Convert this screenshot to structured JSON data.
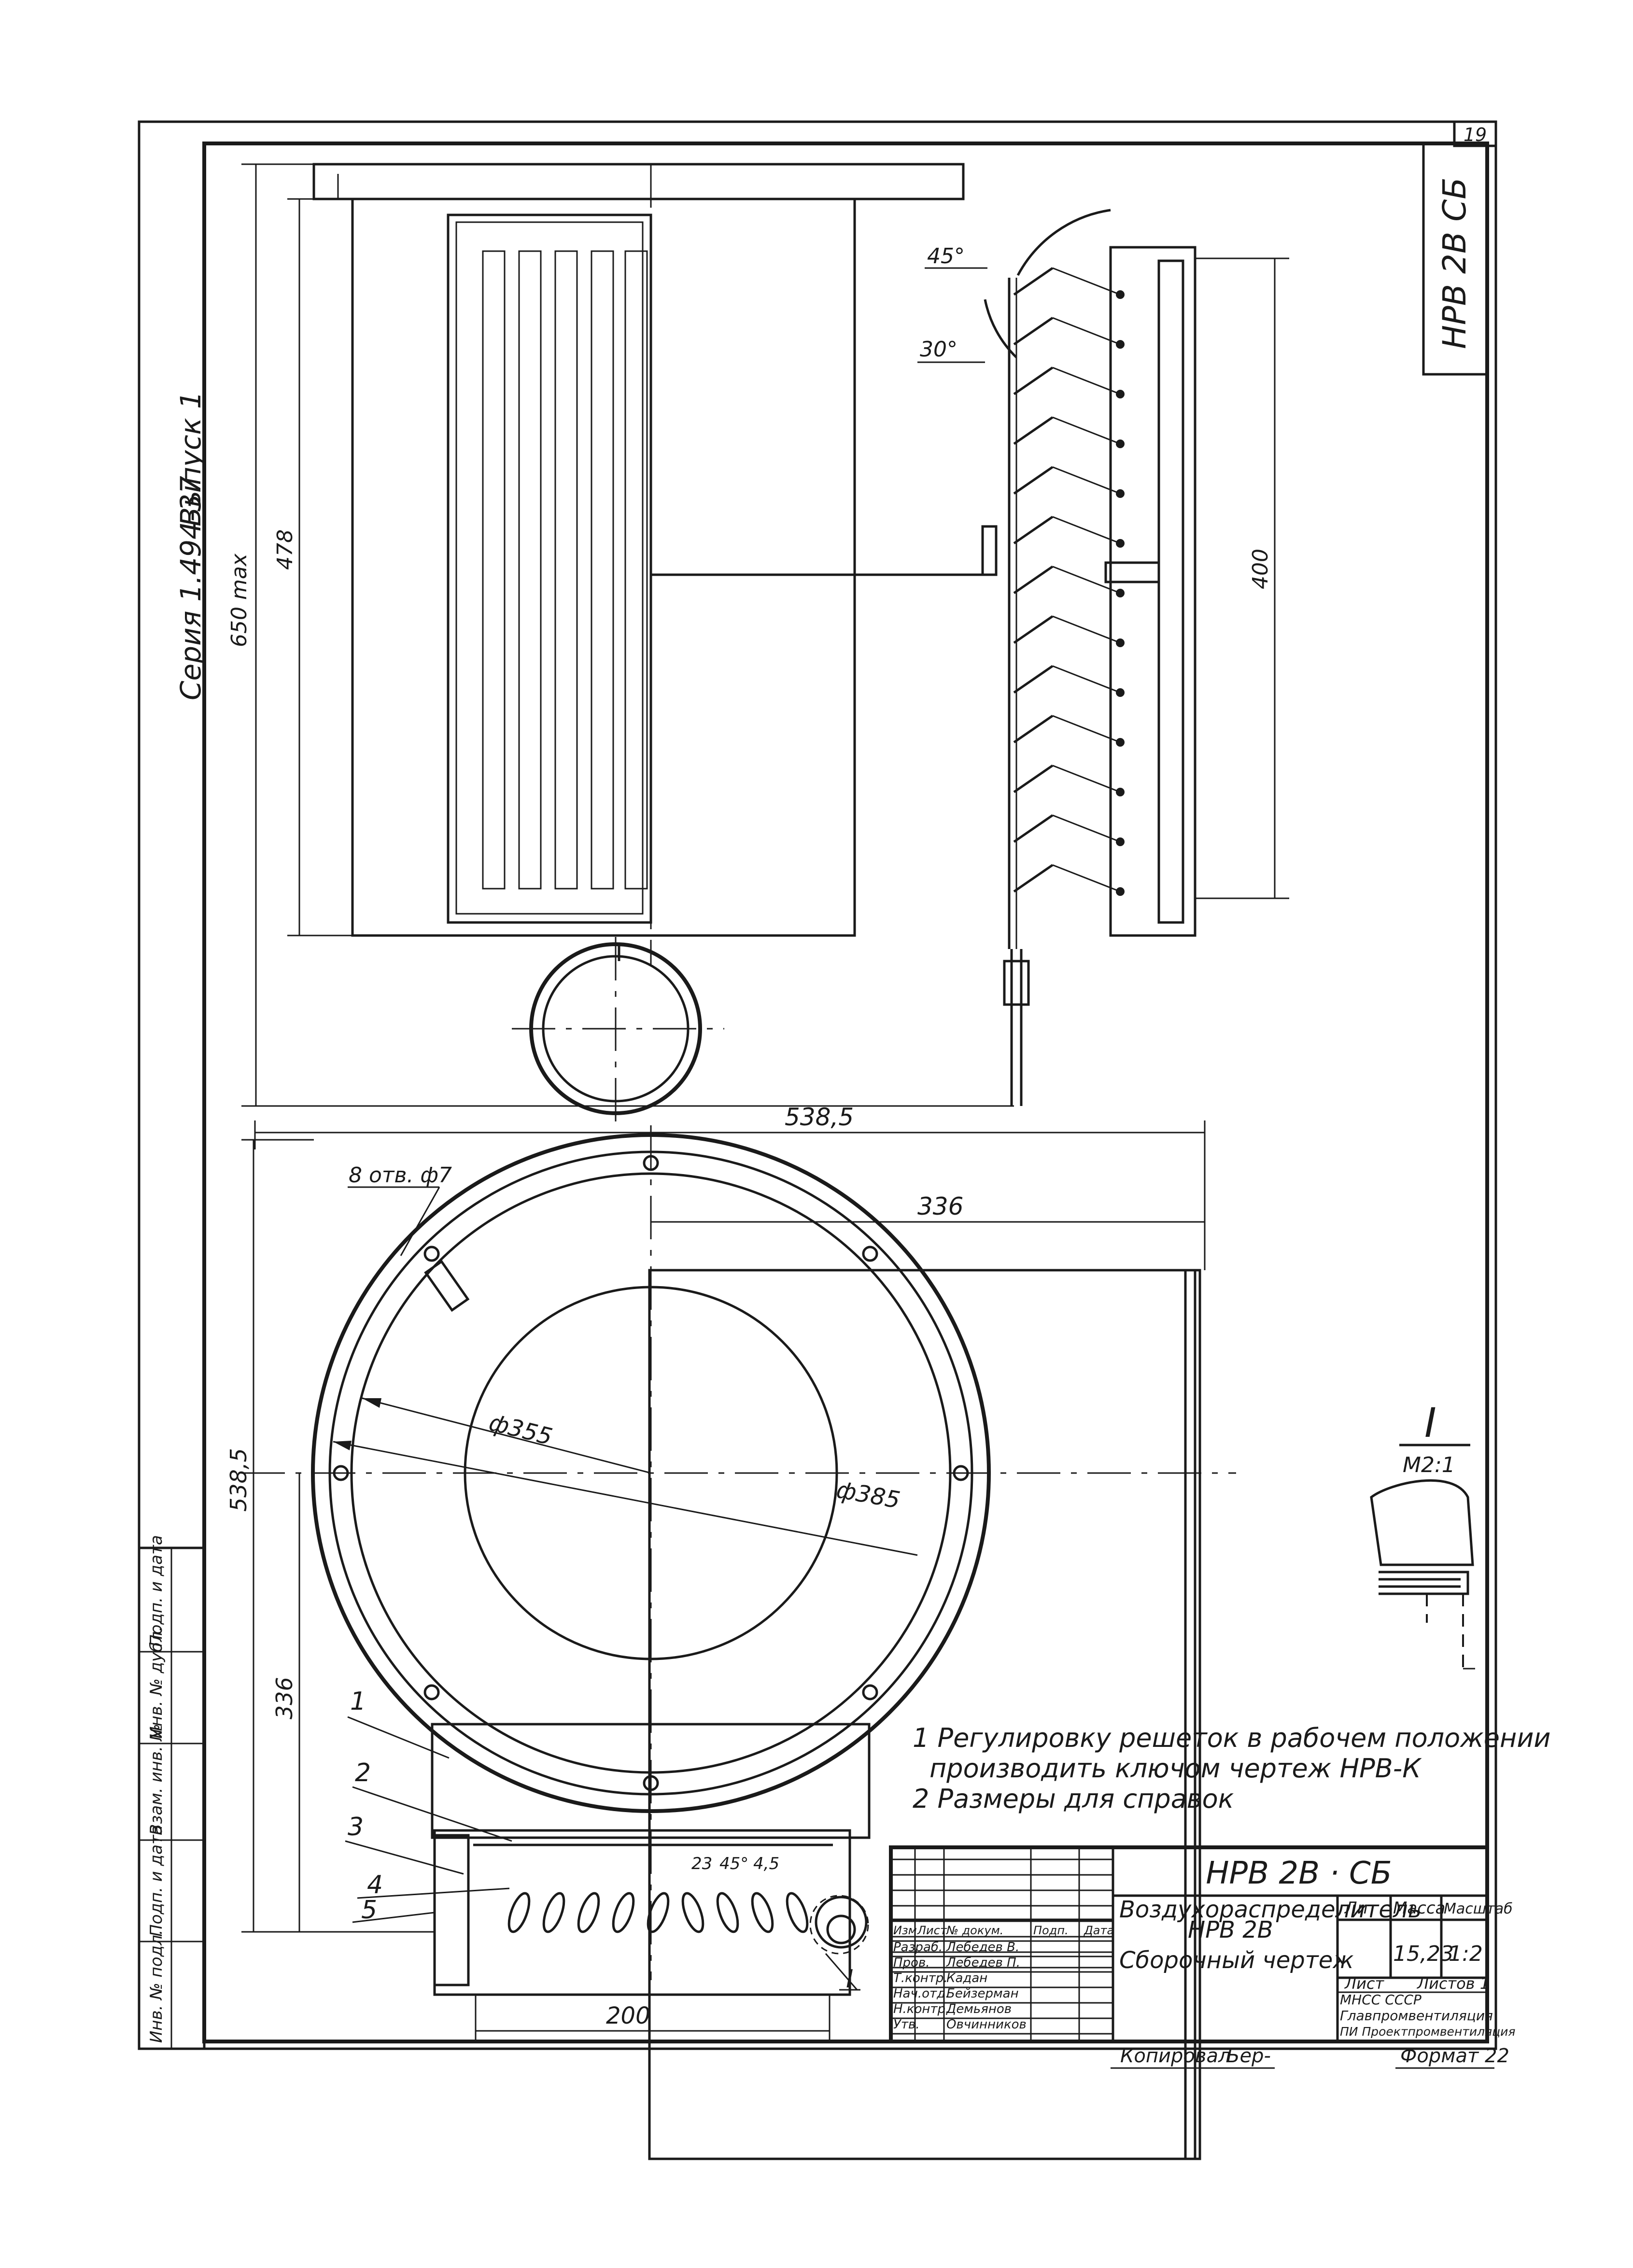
{
  "sheet": {
    "sheet_number": "19",
    "corner_code": "НРВ 2В СБ",
    "series": "Серия   1.494-37",
    "issue": "Выпуск 1"
  },
  "front_view": {
    "dim_overall_height": "650 max",
    "dim_body_height": "478",
    "dim_grille_height": "400",
    "angle_upper": "45°",
    "angle_lower": "30°"
  },
  "plan_view": {
    "dim_total_width": "538,5",
    "dim_offset_width": "336",
    "dim_total_height": "538,5",
    "dim_lower_height": "336",
    "holes_note": "8 отв. ф7",
    "diameter_inner": "ф355",
    "diameter_outer": "ф385",
    "dim_bottom_width": "200",
    "small_dims": [
      "23",
      "45°",
      "4,5"
    ],
    "position_numbers": [
      "1",
      "2",
      "3",
      "4",
      "5"
    ],
    "detail_callout": "I"
  },
  "detail": {
    "roman": "I",
    "scale": "М2:1"
  },
  "notes": [
    "1 Регулировку решеток в рабочем положении",
    "производить ключом чертеж НРВ-К",
    "2 Размеры для справок"
  ],
  "title_block": {
    "designation": "НРВ 2В · СБ",
    "name_line1": "Воздухораспределитель",
    "name_line2": "НРВ 2В",
    "name_line3": "Сборочный чертеж",
    "header_lit": "Лит",
    "header_mass": "Масса",
    "header_scale": "Масштаб",
    "mass_value": "15,23",
    "scale_value": "1:2",
    "sheet_label": "Лист",
    "sheets_label": "Листов 1",
    "org_line1": "МНСС          СССР",
    "org_line2": "Главпромвентиляция",
    "org_line3": "ПИ Проектпромвентиляция",
    "column_headers": [
      "Изм",
      "Лист",
      "№ докум.",
      "Подп.",
      "Дата"
    ],
    "roles": [
      {
        "role": "Разраб.",
        "name": "Лебедев В."
      },
      {
        "role": "Пров.",
        "name": "Лебедев П."
      },
      {
        "role": "Т.контр.",
        "name": "Кадан"
      },
      {
        "role": "Нач.отд.",
        "name": "Бейзерман"
      },
      {
        "role": "Н.контр.",
        "name": "Демьянов"
      },
      {
        "role": "Утв.",
        "name": "Овчинников"
      }
    ],
    "copied_label": "Копировал",
    "copied_name": "Бер-",
    "format_label": "Формат 22"
  },
  "side_stamp": {
    "labels": [
      "Инв. № подл.",
      "Подп. и дата",
      "Взам. инв. №",
      "Инв. № дубл.",
      "Подп. и дата"
    ]
  }
}
